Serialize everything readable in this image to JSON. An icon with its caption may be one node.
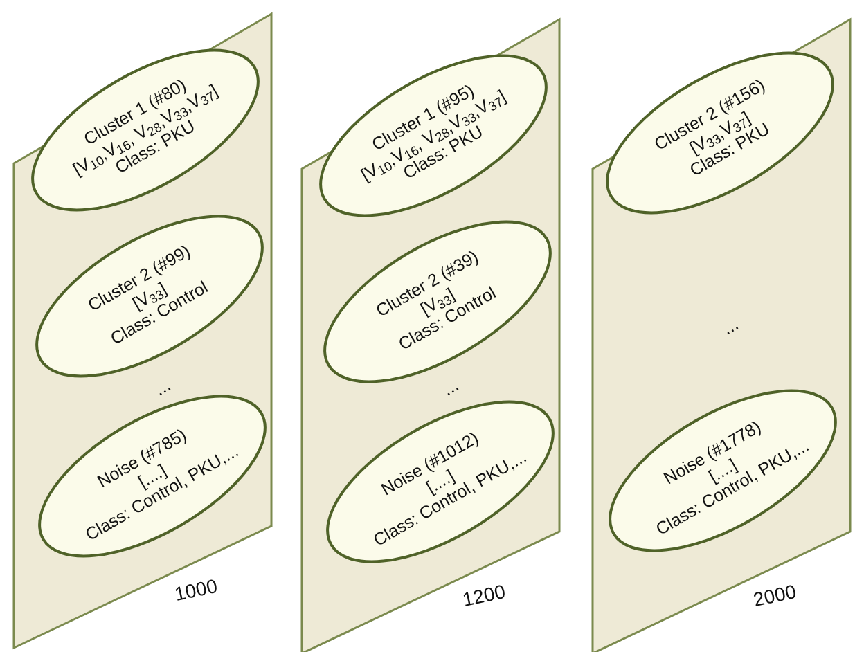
{
  "diagram": {
    "nodes": [
      {
        "text": [
          "1000"
        ]
      },
      {
        "text": [
          "Cluster 1 (#80)",
          "[V$_{10}$,V$_{16}$, V$_{28}$,V$_{33}$,V$_{37}$]",
          "Class: PKU"
        ],
        "in": 0
      },
      {
        "text": [
          "Cluster 2 (#99)",
          "[V$_{33}$]",
          "Class: Control"
        ],
        "in": 0
      },
      {
        "text": [
          "Noise (#785)",
          "[....]",
          "Class: Control, PKU,..."
        ],
        "in": 0
      },
      {
        "text": [
          "1200"
        ]
      },
      {
        "text": [
          "Cluster 1 (#95)",
          "[V$_{10}$,V$_{16}$, V$_{28}$,V$_{33}$,V$_{37}$]",
          "Class: PKU"
        ],
        "in": 4
      },
      {
        "text": [
          "Cluster 2 (#39)",
          "[V$_{33}$]",
          "Class: Control"
        ],
        "in": 4
      },
      {
        "text": [
          "Noise (#1012)",
          "[....]",
          "Class: Control, PKU,..."
        ],
        "in": 4
      },
      {
        "text": [
          "2000"
        ]
      },
      {
        "text": [
          "Cluster 2 (#156)",
          "[V$_{33}$,V$_{37}$]",
          "Class: PKU"
        ],
        "in": 8
      },
      {
        "text": [
          "Noise (#1778)",
          "[....]",
          "Class: Control, PKU,..."
        ],
        "in": 8
      }
    ],
    "labels": [
      "...",
      "...",
      "..."
    ]
  }
}
